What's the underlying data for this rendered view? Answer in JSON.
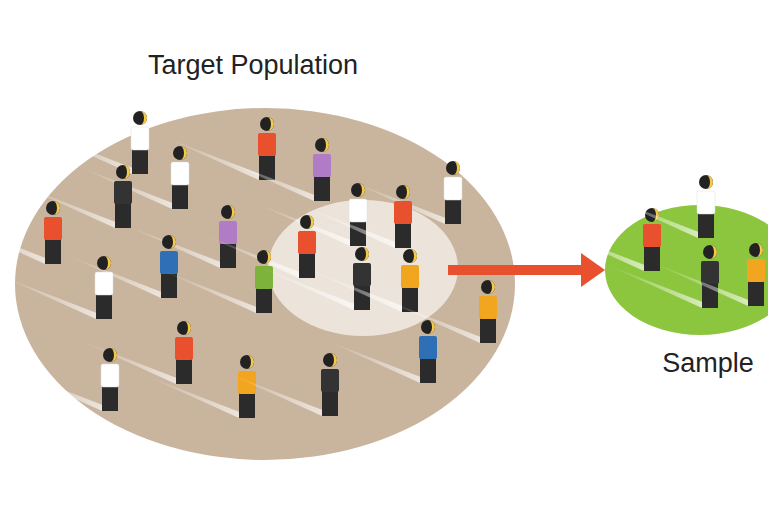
{
  "diagram": {
    "nodes": [
      {
        "text": [
          "Target Population"
        ]
      },
      {
        "text": [
          "Sample"
        ]
      }
    ],
    "edges": [
      {
        "from": 0,
        "to": 1,
        "arrow": "to"
      }
    ]
  }
}
